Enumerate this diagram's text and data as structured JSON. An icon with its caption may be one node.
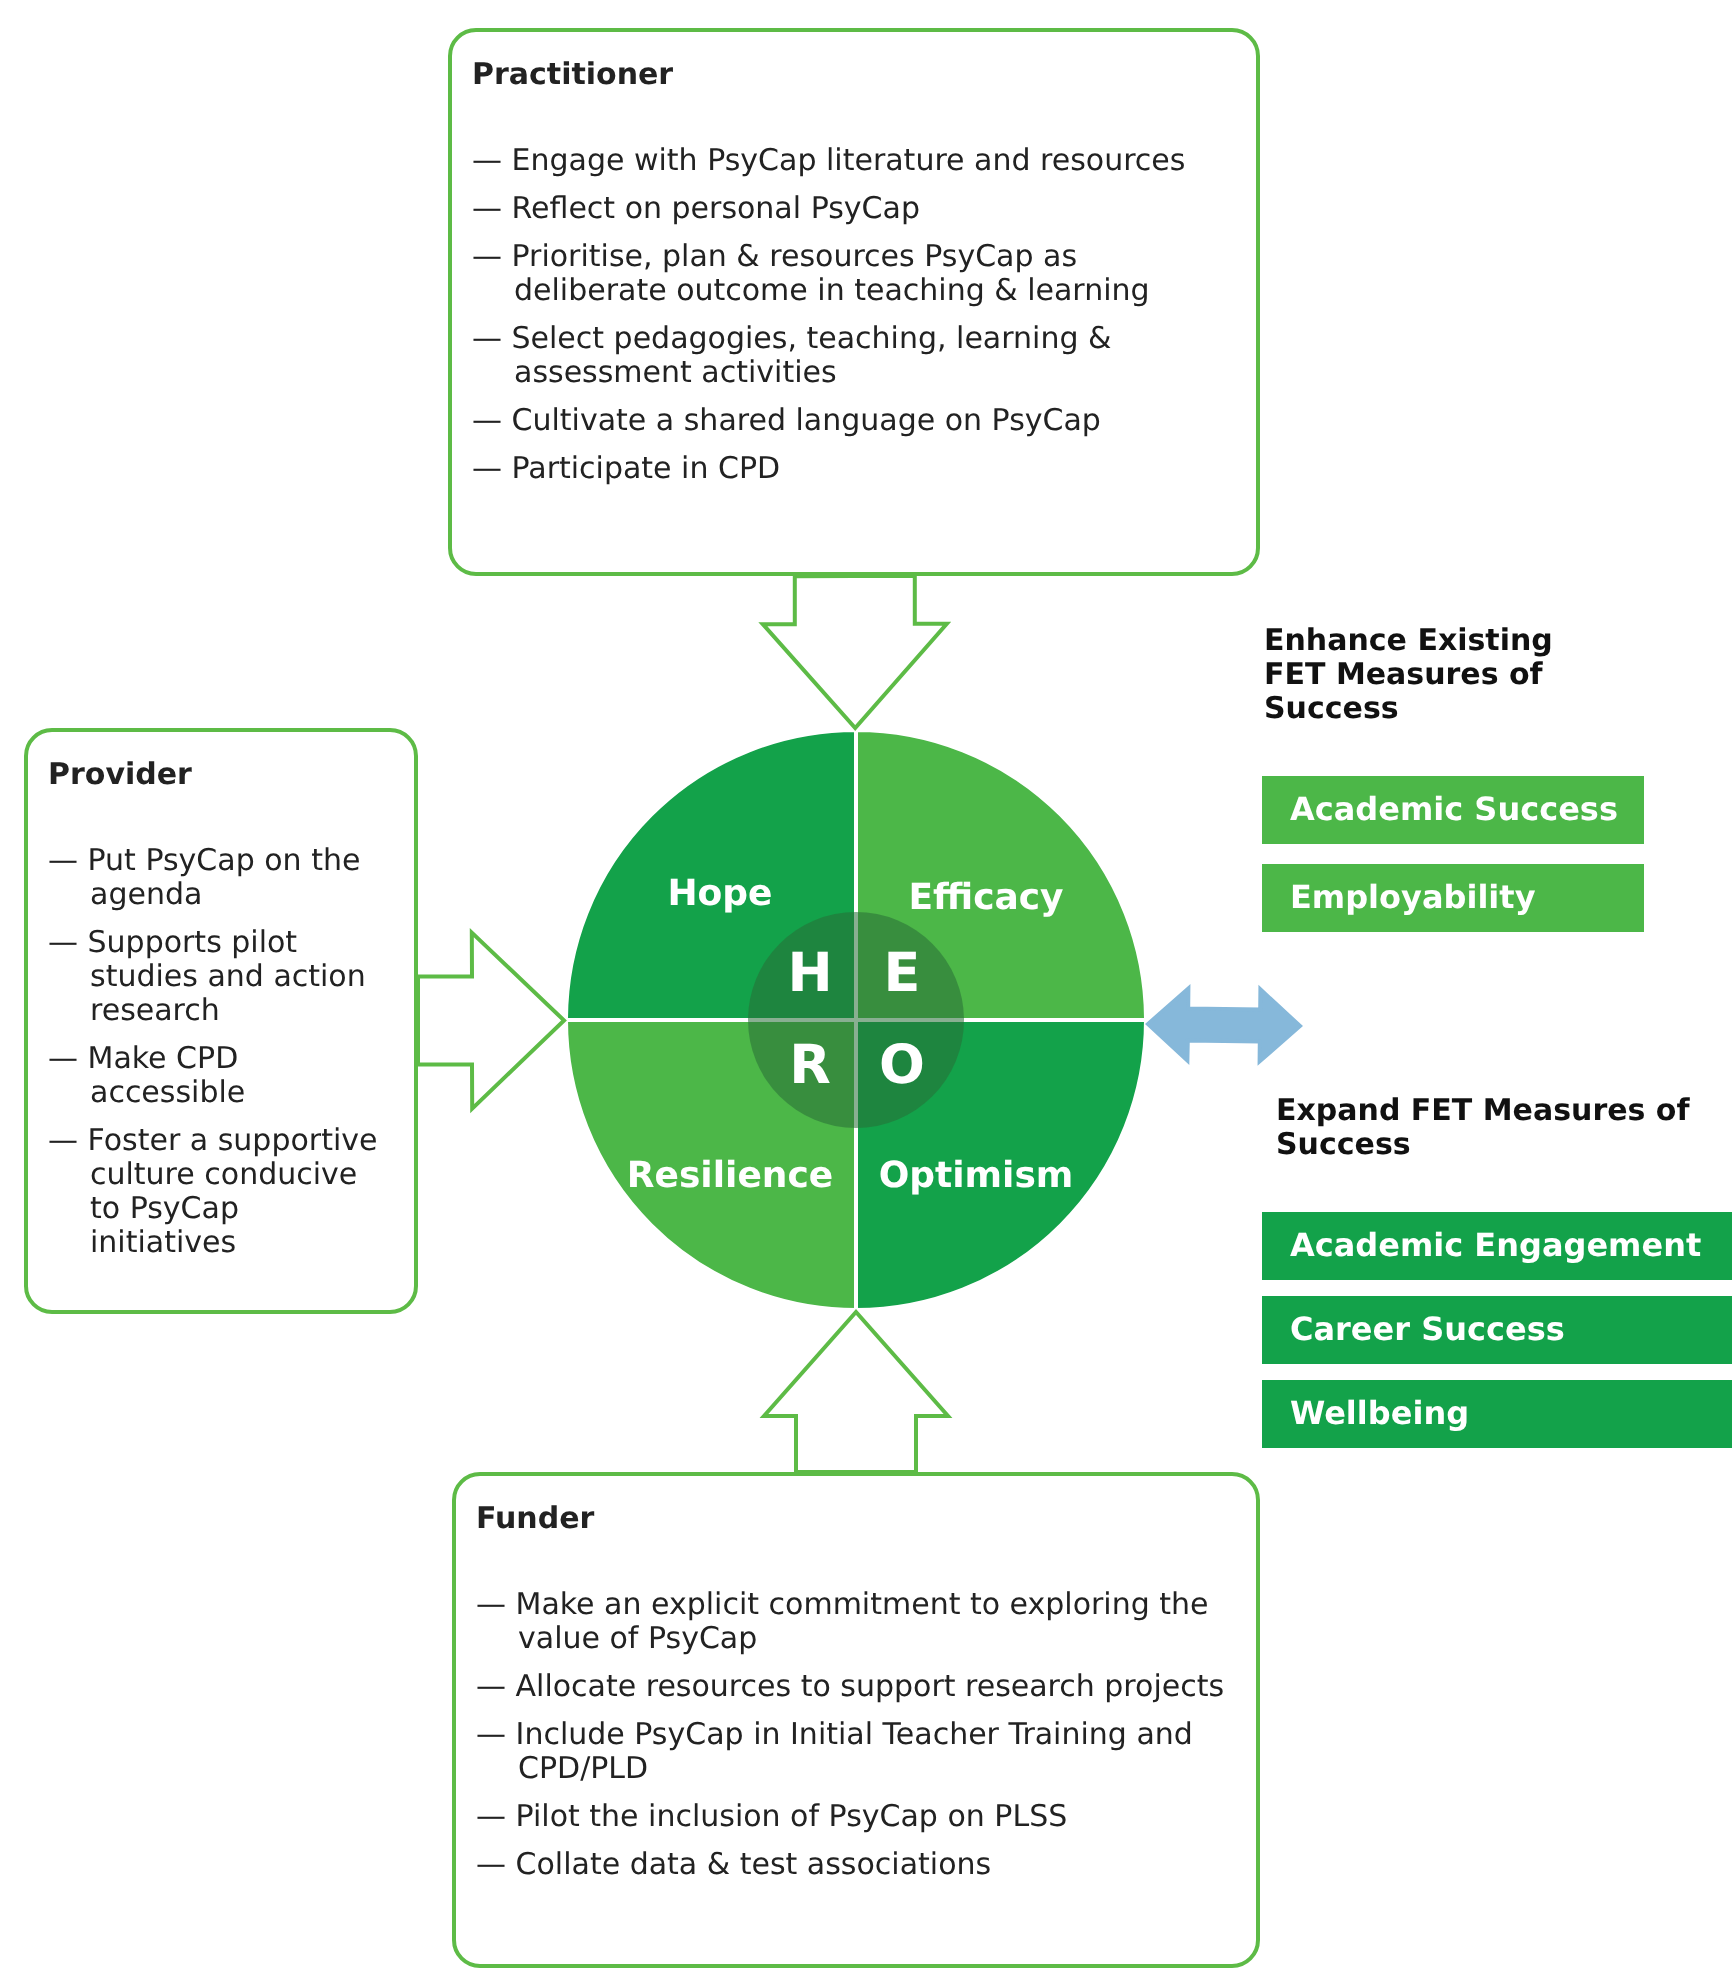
{
  "diagram": {
    "nodes": [
      {
        "text": [
          "Practitioner",
          "— Engage with PsyCap literature and resources",
          "— Reflect on personal PsyCap",
          "— Prioritise, plan & resources PsyCap as deliberate outcome in teaching & learning",
          "— Select pedagogies, teaching, learning & assessment activities",
          "— Cultivate a shared language on PsyCap",
          "— Participate in CPD"
        ]
      },
      {
        "text": [
          "Provider",
          "— Put PsyCap on the agenda",
          "— Supports pilot studies and action research",
          "— Make CPD accessible",
          "— Foster a supportive culture conducive to PsyCap initiatives"
        ]
      },
      {
        "text": [],
        "shape": "circle"
      },
      {
        "text": [
          "Hope"
        ],
        "in": 2
      },
      {
        "text": [
          "Efficacy"
        ],
        "in": 2
      },
      {
        "text": [
          "Resilience"
        ],
        "in": 2
      },
      {
        "text": [
          "Optimism"
        ],
        "in": 2
      },
      {
        "text": [
          "H",
          "E",
          "R",
          "O"
        ],
        "in": 2
      },
      {
        "text": [
          "Academic Success"
        ]
      },
      {
        "text": [
          "Employability"
        ]
      },
      {
        "text": [
          "Academic Engagement"
        ]
      },
      {
        "text": [
          "Career Success"
        ]
      },
      {
        "text": [
          "Wellbeing"
        ]
      },
      {
        "text": [
          "Funder",
          "— Make an explicit commitment to exploring the value of PsyCap",
          "— Allocate resources to support research projects",
          "— Include PsyCap in Initial Teacher Training and CPD/PLD",
          "— Pilot the inclusion of PsyCap on PLSS",
          "— Collate data & test associations"
        ]
      }
    ],
    "edges": [
      {
        "from": 0,
        "to": 2,
        "arrow": "to"
      },
      {
        "from": 1,
        "to": 2,
        "arrow": "to"
      },
      {
        "from": 13,
        "to": 2,
        "arrow": "to"
      },
      {
        "from": 2,
        "to": null,
        "arrow": "both",
        "color": "#86b8da"
      }
    ],
    "labels": [
      "Enhance Existing FET Measures of Success",
      "Expand FET Measures of Success"
    ]
  }
}
